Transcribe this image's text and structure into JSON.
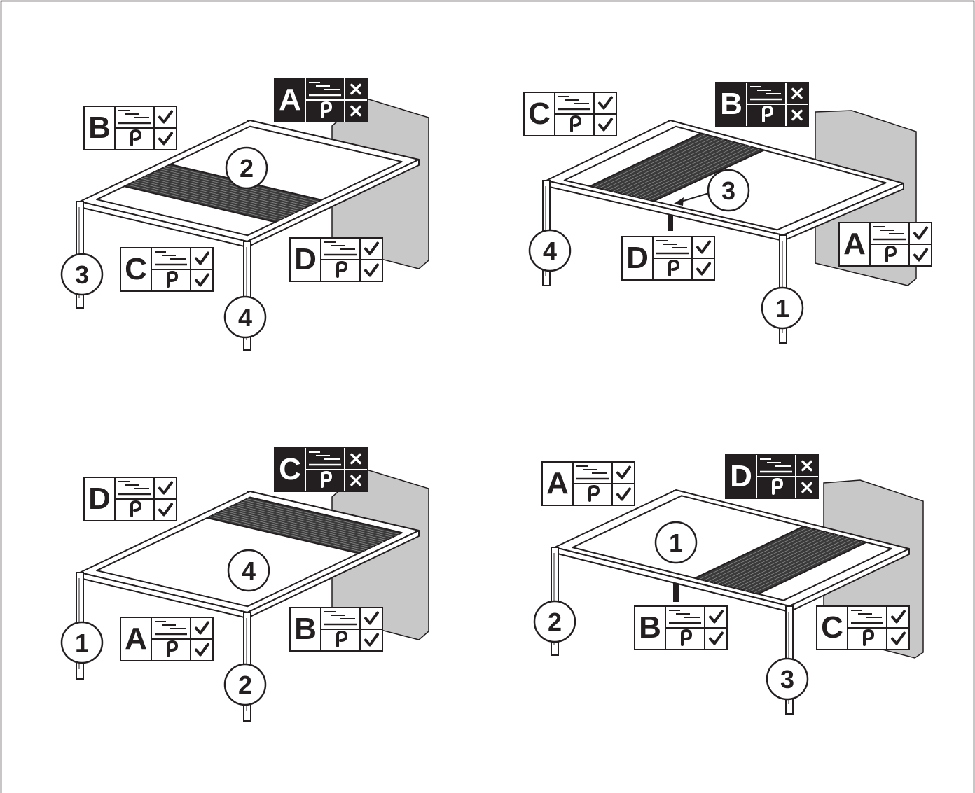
{
  "panels": [
    {
      "id": "top-left",
      "wall": "right",
      "louvers": "front-middle",
      "pins": [
        "2",
        "3",
        "4"
      ],
      "labels": [
        {
          "letter": "A",
          "marks": [
            "cross",
            "cross"
          ],
          "dark": true
        },
        {
          "letter": "B",
          "marks": [
            "check",
            "check"
          ],
          "dark": false
        },
        {
          "letter": "C",
          "marks": [
            "check",
            "check"
          ],
          "dark": false
        },
        {
          "letter": "D",
          "marks": [
            "check",
            "check"
          ],
          "dark": false
        }
      ]
    },
    {
      "id": "top-right",
      "wall": "right",
      "louvers": "left-back",
      "pins": [
        "3",
        "4",
        "1"
      ],
      "labels": [
        {
          "letter": "B",
          "marks": [
            "cross",
            "cross"
          ],
          "dark": true
        },
        {
          "letter": "C",
          "marks": [
            "check",
            "check"
          ],
          "dark": false
        },
        {
          "letter": "A",
          "marks": [
            "check",
            "check"
          ],
          "dark": false
        },
        {
          "letter": "D",
          "marks": [
            "check",
            "check"
          ],
          "dark": false
        }
      ]
    },
    {
      "id": "bottom-left",
      "wall": "right",
      "louvers": "back",
      "pins": [
        "4",
        "1",
        "2"
      ],
      "labels": [
        {
          "letter": "C",
          "marks": [
            "cross",
            "cross"
          ],
          "dark": true
        },
        {
          "letter": "D",
          "marks": [
            "check",
            "check"
          ],
          "dark": false
        },
        {
          "letter": "A",
          "marks": [
            "check",
            "check"
          ],
          "dark": false
        },
        {
          "letter": "B",
          "marks": [
            "check",
            "check"
          ],
          "dark": false
        }
      ]
    },
    {
      "id": "bottom-right",
      "wall": "right",
      "louvers": "right-front",
      "pins": [
        "1",
        "2",
        "3"
      ],
      "labels": [
        {
          "letter": "D",
          "marks": [
            "cross",
            "cross"
          ],
          "dark": true
        },
        {
          "letter": "A",
          "marks": [
            "check",
            "check"
          ],
          "dark": false
        },
        {
          "letter": "B",
          "marks": [
            "check",
            "check"
          ],
          "dark": false
        },
        {
          "letter": "C",
          "marks": [
            "check",
            "check"
          ],
          "dark": false
        }
      ]
    }
  ],
  "icons": {
    "top_row": "louver-slats-icon",
    "bottom_row": "hand-crank-icon",
    "ok": "checkmark-icon",
    "not_ok": "cross-icon"
  },
  "colors": {
    "wall": "#c8c8c8",
    "dark_label": "#231f20",
    "louver": "#3a3a3a",
    "line": "#231f20"
  }
}
